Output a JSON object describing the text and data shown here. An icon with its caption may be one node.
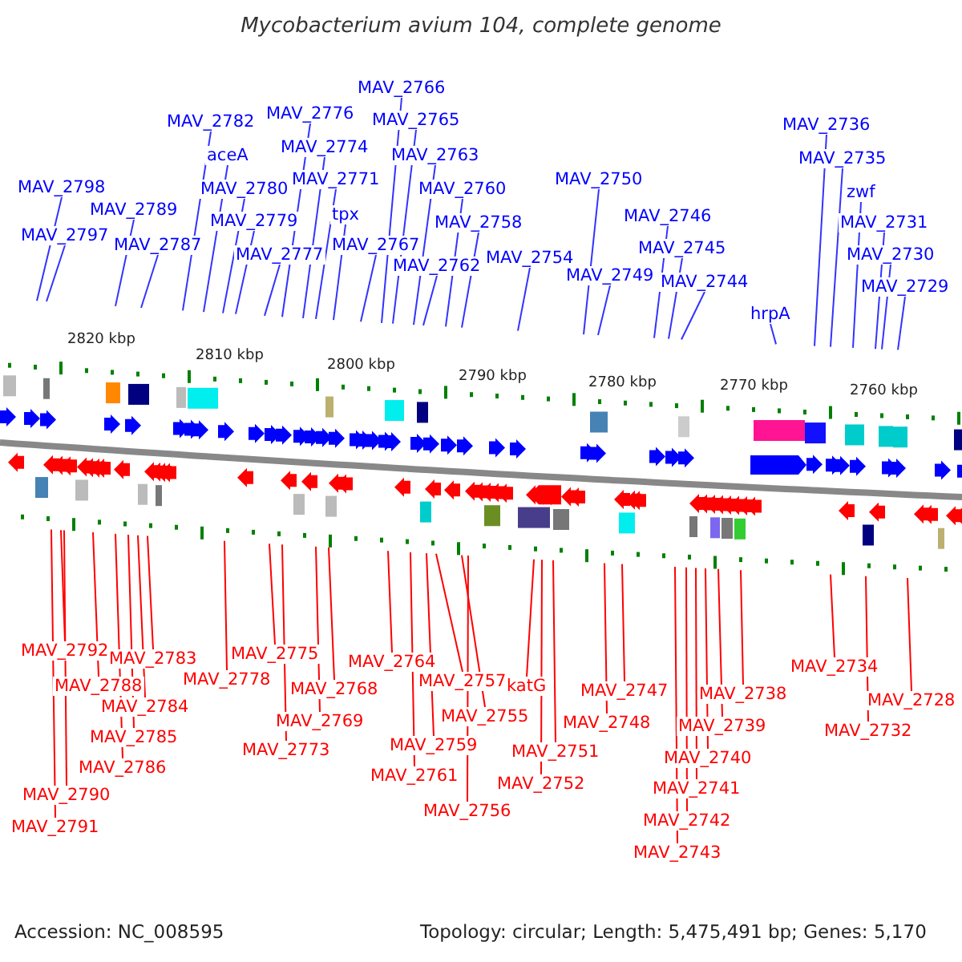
{
  "diagram": {
    "title": "Mycobacterium avium 104, complete genome",
    "nodes": [
      {
        "text": [
          "MAV_2798"
        ]
      },
      {
        "text": [
          "MAV_2797"
        ]
      },
      {
        "text": [
          "MAV_2789"
        ]
      },
      {
        "text": [
          "MAV_2787"
        ]
      },
      {
        "text": [
          "MAV_2782"
        ]
      },
      {
        "text": [
          "aceA"
        ]
      },
      {
        "text": [
          "MAV_2780"
        ]
      },
      {
        "text": [
          "MAV_2779"
        ]
      },
      {
        "text": [
          "MAV_2777"
        ]
      },
      {
        "text": [
          "MAV_2776"
        ]
      },
      {
        "text": [
          "MAV_2774"
        ]
      },
      {
        "text": [
          "MAV_2771"
        ]
      },
      {
        "text": [
          "tpx"
        ]
      },
      {
        "text": [
          "MAV_2767"
        ]
      },
      {
        "text": [
          "MAV_2766"
        ]
      },
      {
        "text": [
          "MAV_2765"
        ]
      },
      {
        "text": [
          "MAV_2763"
        ]
      },
      {
        "text": [
          "MAV_2762"
        ]
      },
      {
        "text": [
          "MAV_2760"
        ]
      },
      {
        "text": [
          "MAV_2758"
        ]
      },
      {
        "text": [
          "MAV_2754"
        ]
      },
      {
        "text": [
          "MAV_2750"
        ]
      },
      {
        "text": [
          "MAV_2749"
        ]
      },
      {
        "text": [
          "MAV_2746"
        ]
      },
      {
        "text": [
          "MAV_2745"
        ]
      },
      {
        "text": [
          "MAV_2744"
        ]
      },
      {
        "text": [
          "hrpA"
        ]
      },
      {
        "text": [
          "MAV_2736"
        ]
      },
      {
        "text": [
          "MAV_2735"
        ]
      },
      {
        "text": [
          "zwf"
        ]
      },
      {
        "text": [
          "MAV_2731"
        ]
      },
      {
        "text": [
          "MAV_2730"
        ]
      },
      {
        "text": [
          "MAV_2729"
        ]
      },
      {
        "text": [
          "MAV_2792"
        ]
      },
      {
        "text": [
          "MAV_2788"
        ]
      },
      {
        "text": [
          "MAV_2783"
        ]
      },
      {
        "text": [
          "MAV_2784"
        ]
      },
      {
        "text": [
          "MAV_2785"
        ]
      },
      {
        "text": [
          "MAV_2786"
        ]
      },
      {
        "text": [
          "MAV_2790"
        ]
      },
      {
        "text": [
          "MAV_2791"
        ]
      },
      {
        "text": [
          "MAV_2778"
        ]
      },
      {
        "text": [
          "MAV_2775"
        ]
      },
      {
        "text": [
          "MAV_2768"
        ]
      },
      {
        "text": [
          "MAV_2769"
        ]
      },
      {
        "text": [
          "MAV_2773"
        ]
      },
      {
        "text": [
          "MAV_2764"
        ]
      },
      {
        "text": [
          "MAV_2757"
        ]
      },
      {
        "text": [
          "MAV_2755"
        ]
      },
      {
        "text": [
          "MAV_2759"
        ]
      },
      {
        "text": [
          "MAV_2761"
        ]
      },
      {
        "text": [
          "MAV_2756"
        ]
      },
      {
        "text": [
          "katG"
        ]
      },
      {
        "text": [
          "MAV_2751"
        ]
      },
      {
        "text": [
          "MAV_2752"
        ]
      },
      {
        "text": [
          "MAV_2747"
        ]
      },
      {
        "text": [
          "MAV_2748"
        ]
      },
      {
        "text": [
          "MAV_2738"
        ]
      },
      {
        "text": [
          "MAV_2739"
        ]
      },
      {
        "text": [
          "MAV_2740"
        ]
      },
      {
        "text": [
          "MAV_2741"
        ]
      },
      {
        "text": [
          "MAV_2742"
        ]
      },
      {
        "text": [
          "MAV_2743"
        ]
      },
      {
        "text": [
          "MAV_2734"
        ]
      },
      {
        "text": [
          "MAV_2728"
        ]
      },
      {
        "text": [
          "MAV_2732"
        ]
      }
    ],
    "edges": [
      {
        "from": 0,
        "to": null,
        "arrow": "none"
      },
      {
        "from": 1,
        "to": null,
        "arrow": "none"
      },
      {
        "from": 2,
        "to": null,
        "arrow": "none"
      },
      {
        "from": 3,
        "to": null,
        "arrow": "none"
      },
      {
        "from": 4,
        "to": null,
        "arrow": "none"
      },
      {
        "from": 5,
        "to": null,
        "arrow": "none"
      },
      {
        "from": 6,
        "to": null,
        "arrow": "none"
      },
      {
        "from": 7,
        "to": null,
        "arrow": "none"
      },
      {
        "from": 8,
        "to": null,
        "arrow": "none"
      },
      {
        "from": 9,
        "to": null,
        "arrow": "none"
      },
      {
        "from": 10,
        "to": null,
        "arrow": "none"
      },
      {
        "from": 11,
        "to": null,
        "arrow": "none"
      },
      {
        "from": 12,
        "to": null,
        "arrow": "none"
      },
      {
        "from": 13,
        "to": null,
        "arrow": "none"
      },
      {
        "from": 14,
        "to": null,
        "arrow": "none"
      },
      {
        "from": 15,
        "to": null,
        "arrow": "none"
      },
      {
        "from": 16,
        "to": null,
        "arrow": "none"
      },
      {
        "from": 17,
        "to": null,
        "arrow": "none"
      },
      {
        "from": 18,
        "to": null,
        "arrow": "none"
      },
      {
        "from": 19,
        "to": null,
        "arrow": "none"
      },
      {
        "from": 20,
        "to": null,
        "arrow": "none"
      },
      {
        "from": 21,
        "to": null,
        "arrow": "none"
      },
      {
        "from": 22,
        "to": null,
        "arrow": "none"
      },
      {
        "from": 23,
        "to": null,
        "arrow": "none"
      },
      {
        "from": 24,
        "to": null,
        "arrow": "none"
      },
      {
        "from": 25,
        "to": null,
        "arrow": "none"
      },
      {
        "from": 26,
        "to": null,
        "arrow": "none"
      },
      {
        "from": 27,
        "to": null,
        "arrow": "none"
      },
      {
        "from": 28,
        "to": null,
        "arrow": "none"
      },
      {
        "from": 29,
        "to": null,
        "arrow": "none"
      },
      {
        "from": 30,
        "to": null,
        "arrow": "none"
      },
      {
        "from": 31,
        "to": null,
        "arrow": "none"
      },
      {
        "from": 32,
        "to": null,
        "arrow": "none"
      },
      {
        "from": 33,
        "to": null,
        "arrow": "none",
        "color": "#ff0000"
      },
      {
        "from": 34,
        "to": null,
        "arrow": "none",
        "color": "#ff0000"
      },
      {
        "from": 35,
        "to": null,
        "arrow": "none",
        "color": "#ff0000"
      },
      {
        "from": 36,
        "to": null,
        "arrow": "none",
        "color": "#ff0000"
      },
      {
        "from": 37,
        "to": null,
        "arrow": "none",
        "color": "#ff0000"
      },
      {
        "from": 38,
        "to": null,
        "arrow": "none",
        "color": "#ff0000"
      },
      {
        "from": 39,
        "to": null,
        "arrow": "none",
        "color": "#ff0000"
      },
      {
        "from": 40,
        "to": null,
        "arrow": "none",
        "color": "#ff0000"
      },
      {
        "from": 41,
        "to": null,
        "arrow": "none",
        "color": "#ff0000"
      },
      {
        "from": 42,
        "to": null,
        "arrow": "none",
        "color": "#ff0000"
      },
      {
        "from": 43,
        "to": null,
        "arrow": "none",
        "color": "#ff0000"
      },
      {
        "from": 44,
        "to": null,
        "arrow": "none",
        "color": "#ff0000"
      },
      {
        "from": 45,
        "to": null,
        "arrow": "none",
        "color": "#ff0000"
      },
      {
        "from": 46,
        "to": null,
        "arrow": "none",
        "color": "#ff0000"
      },
      {
        "from": 47,
        "to": null,
        "arrow": "none",
        "color": "#ff0000"
      },
      {
        "from": 48,
        "to": null,
        "arrow": "none",
        "color": "#ff0000"
      },
      {
        "from": 49,
        "to": null,
        "arrow": "none",
        "color": "#ff0000"
      },
      {
        "from": 50,
        "to": null,
        "arrow": "none",
        "color": "#ff0000"
      },
      {
        "from": 51,
        "to": null,
        "arrow": "none",
        "color": "#ff0000"
      },
      {
        "from": 52,
        "to": null,
        "arrow": "none",
        "color": "#ff0000"
      },
      {
        "from": 53,
        "to": null,
        "arrow": "none",
        "color": "#ff0000"
      },
      {
        "from": 54,
        "to": null,
        "arrow": "none",
        "color": "#ff0000"
      },
      {
        "from": 55,
        "to": null,
        "arrow": "none",
        "color": "#ff0000"
      },
      {
        "from": 56,
        "to": null,
        "arrow": "none",
        "color": "#ff0000"
      },
      {
        "from": 57,
        "to": null,
        "arrow": "none",
        "color": "#ff0000"
      },
      {
        "from": 58,
        "to": null,
        "arrow": "none",
        "color": "#ff0000"
      },
      {
        "from": 59,
        "to": null,
        "arrow": "none",
        "color": "#ff0000"
      },
      {
        "from": 60,
        "to": null,
        "arrow": "none",
        "color": "#ff0000"
      },
      {
        "from": 61,
        "to": null,
        "arrow": "none",
        "color": "#ff0000"
      },
      {
        "from": 62,
        "to": null,
        "arrow": "none",
        "color": "#ff0000"
      },
      {
        "from": 63,
        "to": null,
        "arrow": "none",
        "color": "#ff0000"
      },
      {
        "from": 64,
        "to": null,
        "arrow": "none",
        "color": "#ff0000"
      },
      {
        "from": 65,
        "to": null,
        "arrow": "none",
        "color": "#ff0000"
      }
    ],
    "labels": [
      "2820 kbp",
      "2810 kbp",
      "2800 kbp",
      "2790 kbp",
      "2780 kbp",
      "2770 kbp",
      "2760 kbp",
      "Accession: NC_008595",
      "Topology: circular; Length: 5,475,491 bp; Genes: 5,170"
    ]
  }
}
